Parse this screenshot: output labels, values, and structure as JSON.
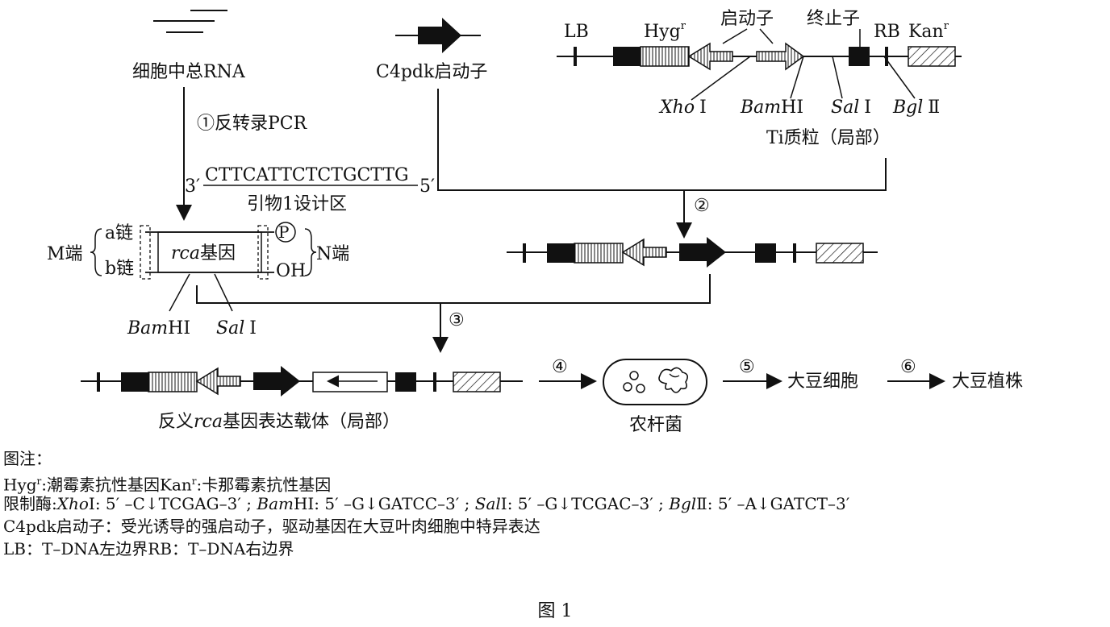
{
  "top": {
    "rna_label": "细胞中总RNA",
    "c4pdk_label": "C4pdk启动子",
    "lb": "LB",
    "hyg_label": "Hyg",
    "hyg_sup": "r",
    "promoter_label": "启动子",
    "terminator_label": "终止子",
    "rb": "RB",
    "kan_label": "Kan",
    "kan_sup": "r",
    "xho": "Xho",
    "xho_num": "Ⅰ",
    "bam": "Bam",
    "bam_h": "HⅠ",
    "sal": "Sal",
    "sal_num": "Ⅰ",
    "bgl": "Bgl",
    "bgl_num": "Ⅱ",
    "ti_label": "Ti质粒（局部）"
  },
  "steps": {
    "s1": "①反转录PCR",
    "s2": "②",
    "s3": "③",
    "s4": "④",
    "s5": "⑤",
    "s6": "⑥"
  },
  "primer": {
    "three": "3′",
    "seq": "CTTCATTCTCTGCTTG",
    "five": "5′",
    "area": "引物1设计区"
  },
  "gene": {
    "m_end": "M端",
    "a_chain": "a链",
    "b_chain": "b链",
    "gene_name": "rca",
    "gene_suffix": "基因",
    "p": "P",
    "oh": "OH",
    "n_end": "N端",
    "bam": "Bam",
    "bam_h": "HⅠ",
    "sal": "Sal",
    "sal_num": "Ⅰ"
  },
  "bottom": {
    "vector_prefix": "反义",
    "vector_gene": "rca",
    "vector_suffix": "基因表达载体（局部）",
    "agro": "农杆菌",
    "soy_cell": "大豆细胞",
    "soy_plant": "大豆植株"
  },
  "legend": {
    "title": "图注：",
    "hyg_name": "Hyg",
    "hyg_sup": "r",
    "hyg_desc": ":潮霉素抗性基因",
    "kan_name": "Kan",
    "kan_sup": "r",
    "kan_desc": ":卡那霉素抗性基因",
    "enzyme_prefix": "限制酶:",
    "xho": "Xho",
    "xho_site": "Ⅰ: 5′ –C↓TCGAG–3′ ;",
    "bam": "Bam",
    "bam_site": "HⅠ: 5′ –G↓GATCC–3′ ;",
    "sal": "Sal",
    "sal_site": "Ⅰ: 5′ –G↓TCGAC–3′ ;",
    "bgl": "Bgl",
    "bgl_site": "Ⅱ: 5′ –A↓GATCT–3′",
    "c4pdk_note": "C4pdk启动子：受光诱导的强启动子，驱动基因在大豆叶肉细胞中特异表达",
    "lb_note": "LB：T–DNA左边界",
    "rb_note": "RB：T–DNA右边界"
  },
  "figure_label": "图 1"
}
